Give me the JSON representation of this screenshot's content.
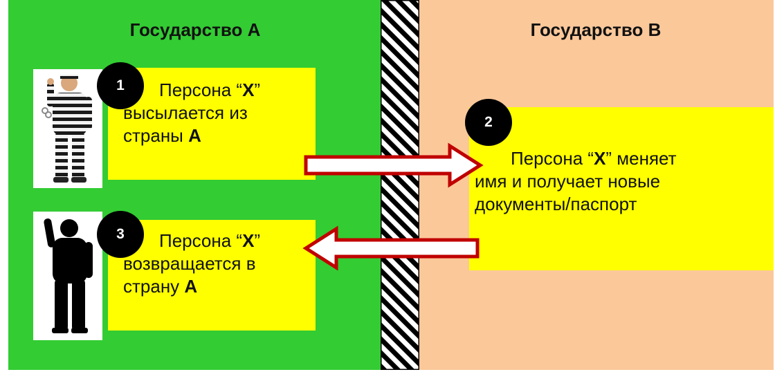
{
  "states": {
    "a_title": "Государство А",
    "b_title": "Государство В"
  },
  "steps": [
    {
      "number": "1",
      "pre": "Персона “",
      "x": "X",
      "post": "”",
      "line2": "высылается из",
      "line3_pre": "страны ",
      "line3_bold": "А"
    },
    {
      "number": "2",
      "pre": "Персона “",
      "x": "X",
      "post": "” меняет",
      "line2": "имя и получает новые",
      "line3": "документы/паспорт"
    },
    {
      "number": "3",
      "pre": "Персона “",
      "x": "X",
      "post": "”",
      "line2": "возвращается в",
      "line3_pre": "страну ",
      "line3_bold": "А"
    }
  ],
  "colors": {
    "state_a": "#33cc33",
    "state_b": "#fbc89a",
    "box": "#ffff00",
    "arrow_outline": "#c00000",
    "badge": "#000000"
  },
  "icons": {
    "prisoner": "prisoner-figure-icon",
    "silhouette": "person-silhouette-icon",
    "arrow_right": "arrow-right-icon",
    "arrow_left": "arrow-left-icon"
  }
}
